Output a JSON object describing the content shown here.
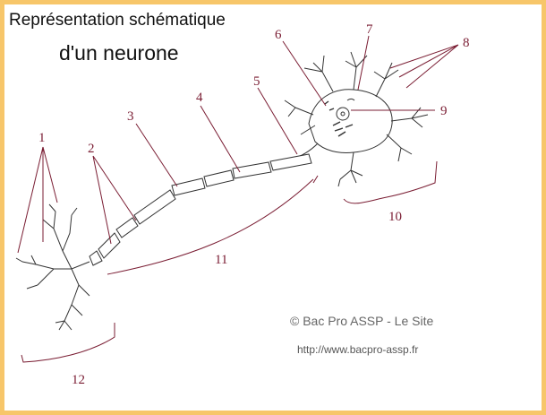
{
  "title": {
    "line1": "Représentation schématique",
    "line2": "d'un neurone"
  },
  "labels": [
    "1",
    "2",
    "3",
    "4",
    "5",
    "6",
    "7",
    "8",
    "9",
    "10",
    "11",
    "12"
  ],
  "credit": "© Bac Pro ASSP - Le Site",
  "url": "http://www.bacpro-assp.fr",
  "colors": {
    "frame": "#f7c66a",
    "panel": "#ffffff",
    "label": "#7a1d33",
    "drawing": "#333333"
  }
}
